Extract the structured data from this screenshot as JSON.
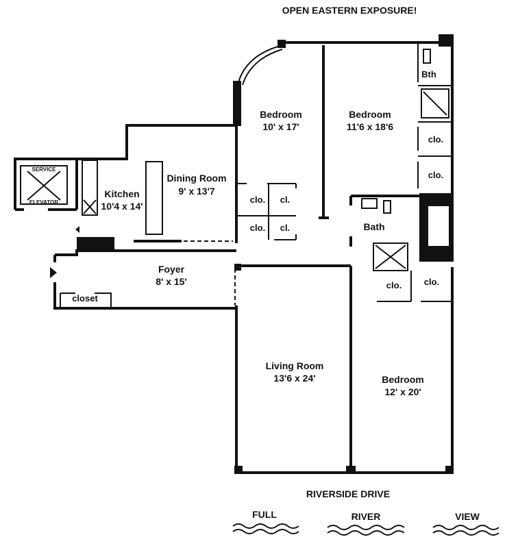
{
  "header": {
    "title": "OPEN EASTERN EXPOSURE!"
  },
  "rooms": {
    "bedroom1": {
      "name": "Bedroom",
      "size": "10' x 17'"
    },
    "bedroom2": {
      "name": "Bedroom",
      "size": "11'6 x 18'6"
    },
    "bedroom3": {
      "name": "Bedroom",
      "size": "12' x 20'"
    },
    "dining": {
      "name": "Dining Room",
      "size": "9' x 13'7"
    },
    "kitchen": {
      "name": "Kitchen",
      "size": "10'4 x 14'"
    },
    "foyer": {
      "name": "Foyer",
      "size": "8' x 15'"
    },
    "living": {
      "name": "Living Room",
      "size": "13'6 x 24'"
    },
    "bath": "Bath",
    "bth": "Bth",
    "closet": "closet",
    "clo": "clo.",
    "cl": "cl."
  },
  "elevator": {
    "top": "SERVICE",
    "bottom": "ELEVATOR"
  },
  "footer": {
    "street": "RIVERSIDE DRIVE",
    "view": [
      "FULL",
      "RIVER",
      "VIEW"
    ]
  }
}
